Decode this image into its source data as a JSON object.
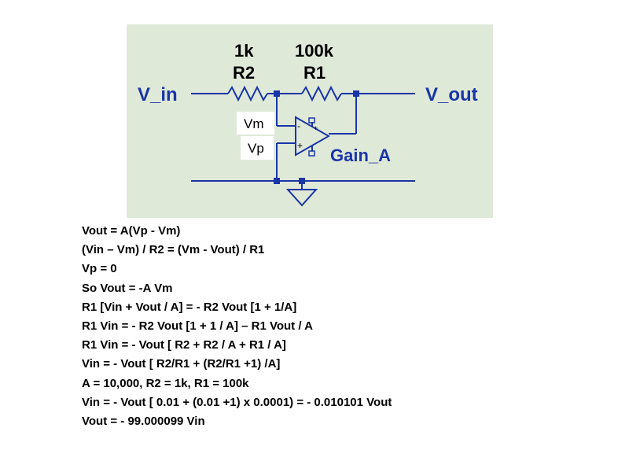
{
  "diagram": {
    "title": "Inverting amplifier schematic",
    "colors": {
      "canvas": "#dfe9d8",
      "wire": "#1a35a8",
      "label_blue": "#1a35a8",
      "label_black": "#000000",
      "node_box": "#ffffff"
    },
    "labels": {
      "input": "V_in",
      "output": "V_out",
      "r2_value": "1k",
      "r2_name": "R2",
      "r1_value": "100k",
      "r1_name": "R1",
      "node_minus": "Vm",
      "node_plus": "Vp",
      "opamp_name": "Gain_A",
      "pin_minus": "-",
      "pin_plus": "+"
    }
  },
  "equations": [
    "Vout = A(Vp  -  Vm)",
    "(Vin – Vm) / R2 = (Vm - Vout) / R1",
    "Vp = 0",
    "So Vout = -A Vm",
    "R1 [Vin + Vout / A] = - R2 Vout [1 + 1/A]",
    "R1 Vin = - R2 Vout [1 + 1 / A] – R1 Vout / A",
    "R1 Vin = - Vout [ R2 + R2 / A + R1 / A]",
    "Vin = - Vout [ R2/R1 + (R2/R1 +1) /A]",
    "A = 10,000, R2 = 1k, R1 = 100k",
    "Vin = - Vout [ 0.01 + (0.01 +1) x 0.0001) = - 0.010101 Vout",
    "Vout = - 99.000099 Vin"
  ]
}
